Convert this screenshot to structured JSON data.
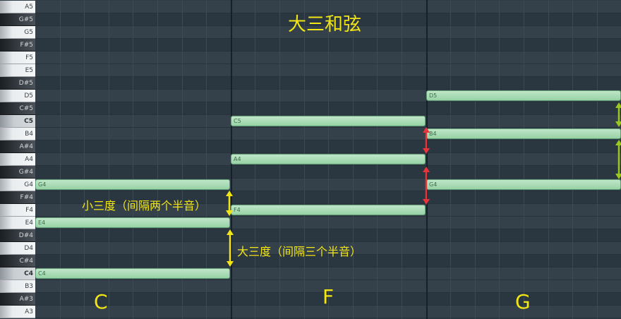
{
  "title": "大三和弦",
  "keys": [
    {
      "label": "A5",
      "black": false
    },
    {
      "label": "G#5",
      "black": true
    },
    {
      "label": "G5",
      "black": false
    },
    {
      "label": "F#5",
      "black": true
    },
    {
      "label": "F5",
      "black": false
    },
    {
      "label": "E5",
      "black": false
    },
    {
      "label": "D#5",
      "black": true
    },
    {
      "label": "D5",
      "black": false
    },
    {
      "label": "C#5",
      "black": true
    },
    {
      "label": "C5",
      "black": false
    },
    {
      "label": "B4",
      "black": false
    },
    {
      "label": "A#4",
      "black": true
    },
    {
      "label": "A4",
      "black": false
    },
    {
      "label": "G#4",
      "black": true
    },
    {
      "label": "G4",
      "black": false
    },
    {
      "label": "F#4",
      "black": true
    },
    {
      "label": "F4",
      "black": false
    },
    {
      "label": "E4",
      "black": false
    },
    {
      "label": "D#4",
      "black": true
    },
    {
      "label": "D4",
      "black": false
    },
    {
      "label": "C#4",
      "black": true
    },
    {
      "label": "C4",
      "black": false
    },
    {
      "label": "B3",
      "black": false
    },
    {
      "label": "A#3",
      "black": true
    },
    {
      "label": "A3",
      "black": false
    }
  ],
  "chords": [
    {
      "name": "C",
      "notes": [
        "G4",
        "E4",
        "C4"
      ]
    },
    {
      "name": "F",
      "notes": [
        "C5",
        "A4",
        "F4"
      ]
    },
    {
      "name": "G",
      "notes": [
        "D5",
        "B4",
        "G4"
      ]
    }
  ],
  "intervals": {
    "minor_third": "小三度（间隔两个半音）",
    "major_third": "大三度（间隔三个半音）"
  },
  "colors": {
    "accent": "#f2e515",
    "note_fill": "#a8dcb5",
    "arrow_yellow": "#f2e515",
    "arrow_red": "#e8343a",
    "arrow_green": "#9bc81c"
  }
}
